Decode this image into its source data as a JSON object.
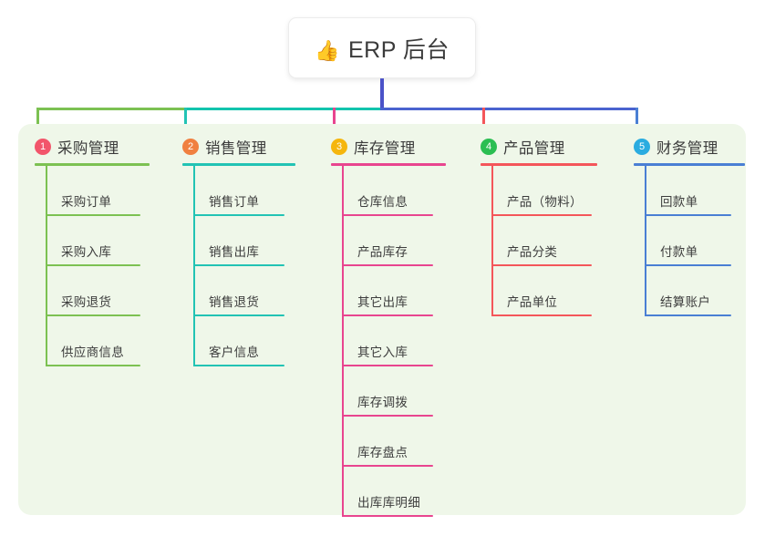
{
  "root": {
    "icon": "thumbs-up-icon",
    "icon_glyph": "👍",
    "label": "ERP 后台"
  },
  "colors": {
    "panel_background": "#eff7e9",
    "root_stem": "#4a52c8",
    "bus_left": "#7cc152",
    "bus_mid": "#13c4ad",
    "bus_right": "#4a63cf"
  },
  "branches": [
    {
      "number": "1",
      "title": "采购管理",
      "badge_color": "#f2556b",
      "line_color": "#7cc152",
      "items": [
        {
          "label": "采购订单"
        },
        {
          "label": "采购入库"
        },
        {
          "label": "采购退货"
        },
        {
          "label": "供应商信息"
        }
      ]
    },
    {
      "number": "2",
      "title": "销售管理",
      "badge_color": "#f08040",
      "line_color": "#22c3b4",
      "items": [
        {
          "label": "销售订单"
        },
        {
          "label": "销售出库"
        },
        {
          "label": "销售退货"
        },
        {
          "label": "客户信息"
        }
      ]
    },
    {
      "number": "3",
      "title": "库存管理",
      "badge_color": "#f5b60d",
      "line_color": "#e8458f",
      "items": [
        {
          "label": "仓库信息"
        },
        {
          "label": "产品库存"
        },
        {
          "label": "其它出库"
        },
        {
          "label": "其它入库"
        },
        {
          "label": "库存调拨"
        },
        {
          "label": "库存盘点"
        },
        {
          "label": "出库库明细"
        }
      ]
    },
    {
      "number": "4",
      "title": "产品管理",
      "badge_color": "#2bbe52",
      "line_color": "#f4565a",
      "items": [
        {
          "label": "产品（物料）"
        },
        {
          "label": "产品分类"
        },
        {
          "label": "产品单位"
        }
      ]
    },
    {
      "number": "5",
      "title": "财务管理",
      "badge_color": "#2aace0",
      "line_color": "#4a7fd4",
      "items": [
        {
          "label": "回款单"
        },
        {
          "label": "付款单"
        },
        {
          "label": "结算账户"
        }
      ]
    }
  ]
}
